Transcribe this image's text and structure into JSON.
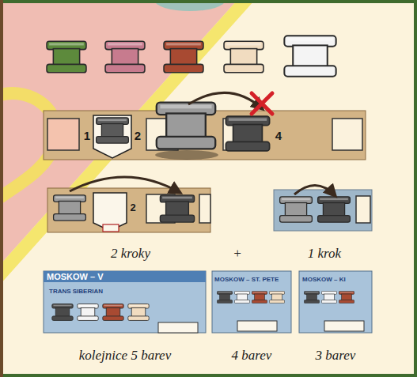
{
  "diagram": {
    "labels": [
      "1",
      "2",
      "4",
      "2",
      "2 kroky",
      "+",
      "1 krok",
      "MOSKOW – V",
      "TRANS SIBERIAN",
      "MOSKOW – ST. PETE",
      "MOSKOW – KI",
      "kolejnice 5 barev",
      "4 barev",
      "3 barev"
    ]
  }
}
